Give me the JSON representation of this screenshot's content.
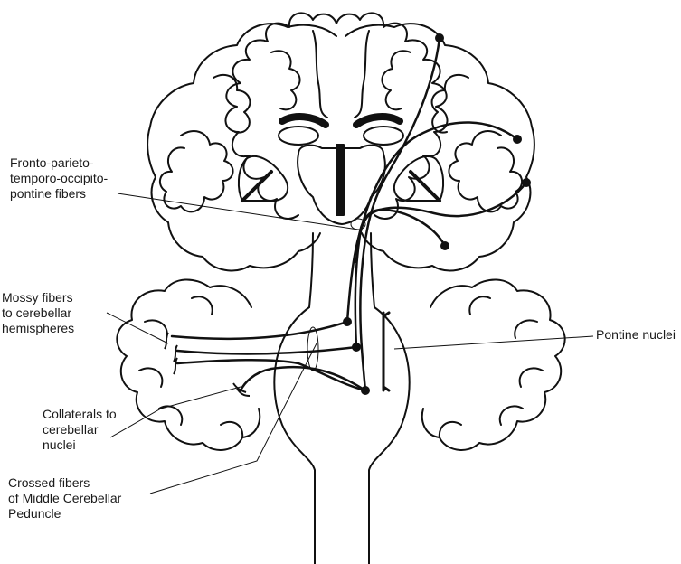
{
  "labels": {
    "fronto": [
      "Fronto-parieto-",
      "temporo-occipito-",
      "pontine fibers"
    ],
    "mossy": [
      "Mossy fibers",
      "to cerebellar",
      "hemispheres"
    ],
    "collaterals": [
      "Collaterals to",
      "cerebellar",
      "nuclei"
    ],
    "crossed": [
      "Crossed fibers",
      "of Middle Cerebellar",
      "Peduncle"
    ],
    "pontine": "Pontine nuclei"
  },
  "colors": {
    "ink": "#111111",
    "background": "#ffffff"
  }
}
